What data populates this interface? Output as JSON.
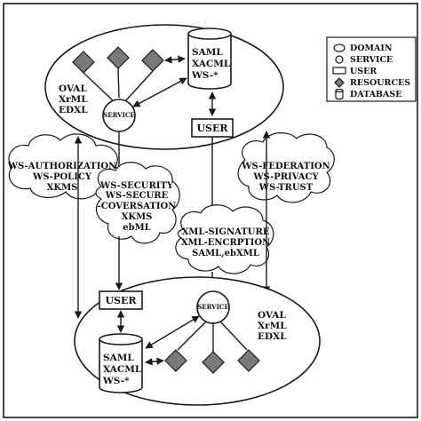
{
  "top_domain": {
    "database_lines": [
      "SAML",
      "XACML",
      "WS-*"
    ],
    "side_lines": [
      "OVAL",
      "XrML",
      "EDXL"
    ],
    "service_label": "SERVICE"
  },
  "bottom_domain": {
    "database_lines": [
      "SAML",
      "XACML",
      "WS-*"
    ],
    "side_lines": [
      "OVAL",
      "XrML",
      "EDXL"
    ],
    "service_label": "SERVICE"
  },
  "users": {
    "top_label": "USER",
    "bottom_label": "USER"
  },
  "clouds": {
    "left": [
      "WS-AUTHORIZATION",
      "WS-POLICY",
      "XKMS"
    ],
    "right": [
      "WS-FEDERATION",
      "WS-PRIVACY",
      "WS-TRUST"
    ],
    "center_upper": [
      "WS-SECURITY",
      "WS-SECURE",
      "-COVERSATION",
      "XKMS",
      "ebML"
    ],
    "center_lower": [
      "XML-SIGNATURE",
      "XML-ENCRPTION",
      "SAML,ebXML"
    ]
  },
  "legend": {
    "items": [
      {
        "icon": "ellipse-icon",
        "label": "DOMAIN"
      },
      {
        "icon": "circle-icon",
        "label": "SERVICE"
      },
      {
        "icon": "rectangle-icon",
        "label": "USER"
      },
      {
        "icon": "diamond-icon",
        "label": "RESOURCES"
      },
      {
        "icon": "cylinder-icon",
        "label": "DATABASE"
      }
    ]
  }
}
